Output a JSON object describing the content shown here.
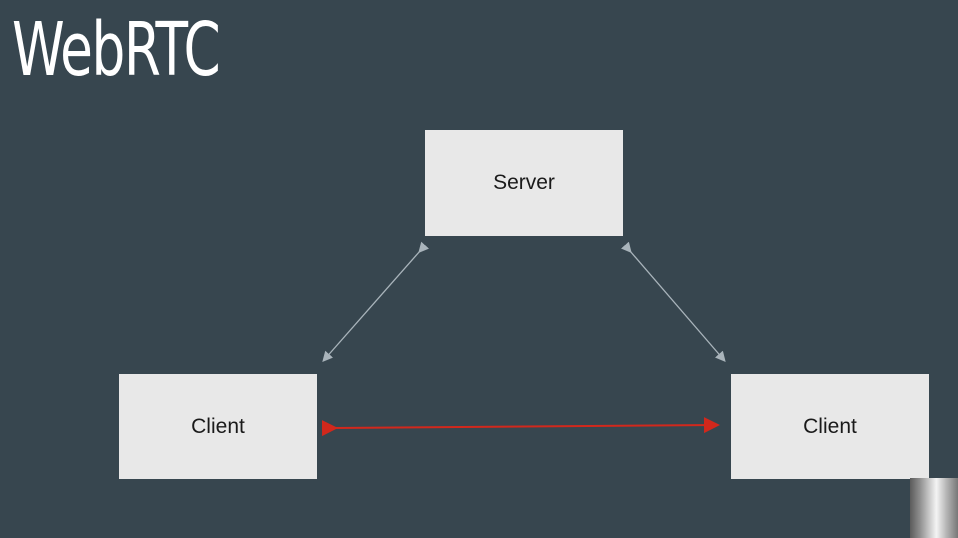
{
  "slide": {
    "title": "WebRTC"
  },
  "diagram": {
    "nodes": {
      "server": "Server",
      "client_left": "Client",
      "client_right": "Client"
    },
    "colors": {
      "background": "#37464f",
      "node_fill": "#e8e8e8",
      "signaling_link": "#a9b4bb",
      "peer_link": "#d2281c"
    }
  }
}
